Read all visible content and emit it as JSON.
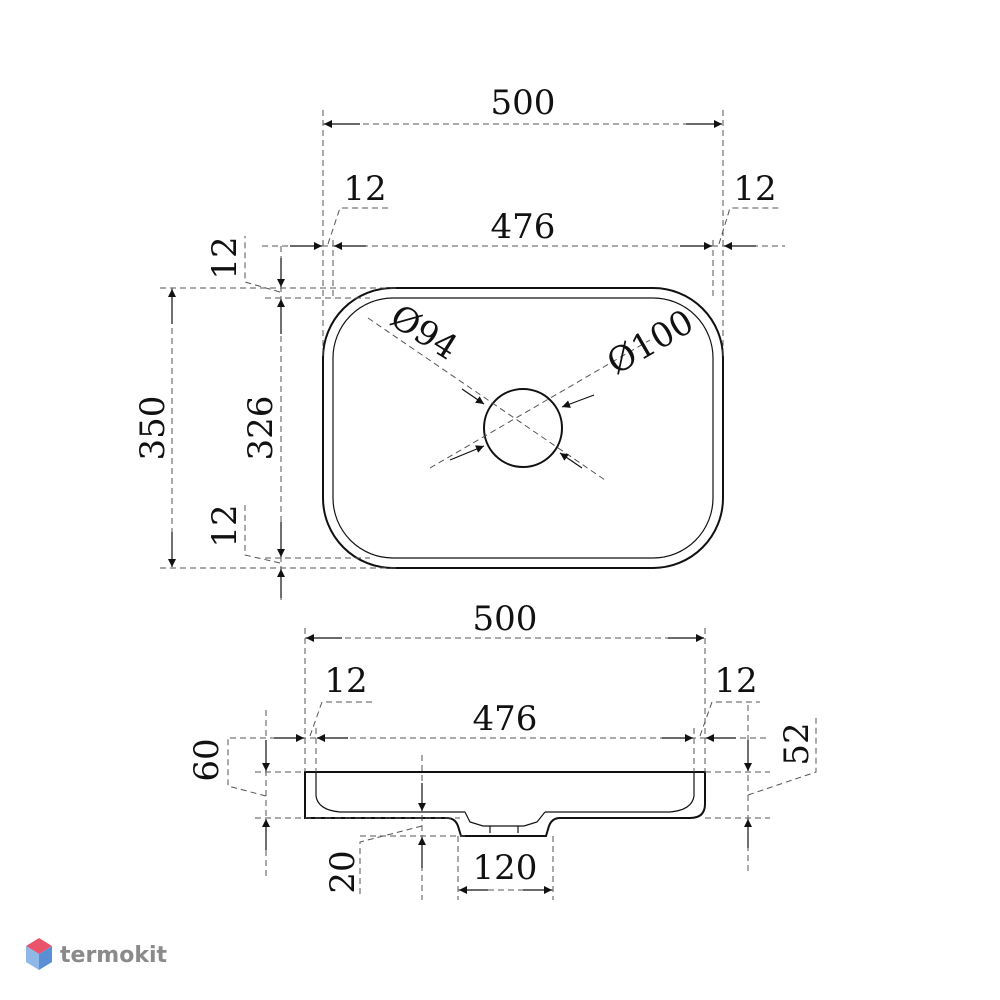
{
  "plan_view": {
    "overall_width": "500",
    "left_rim": "12",
    "right_rim": "12",
    "inner_width": "476",
    "top_rim": "12",
    "overall_depth": "350",
    "inner_depth": "326",
    "bottom_rim": "12",
    "outer_corner_dia": "Ø100",
    "inner_corner_dia": "Ø94"
  },
  "side_view": {
    "overall_width": "500",
    "left_rim": "12",
    "right_rim": "12",
    "inner_width": "476",
    "total_height": "60",
    "inner_height": "52",
    "drain_height": "20",
    "drain_width": "120"
  },
  "brand": {
    "name": "termokit",
    "colors": {
      "top": "#e9546b",
      "left": "#8fb8e8",
      "right": "#5a8fd6",
      "text": "#8a8a8a"
    }
  }
}
